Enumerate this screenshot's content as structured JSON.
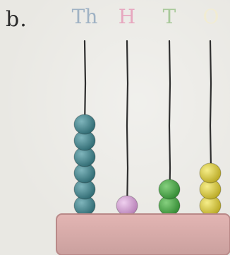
{
  "item_label": "b.",
  "columns": [
    {
      "key": "th",
      "label": "Th",
      "label_color": "#9fb2c4",
      "beads": 6,
      "bead_color": "#3f7f88"
    },
    {
      "key": "h",
      "label": "H",
      "label_color": "#e7a7bf",
      "beads": 1,
      "bead_color": "#cf9ccf"
    },
    {
      "key": "t",
      "label": "T",
      "label_color": "#a8c99a",
      "beads": 2,
      "bead_color": "#4ea24a"
    },
    {
      "key": "o",
      "label": "O",
      "label_color": "#f1ecd3",
      "beads": 3,
      "bead_color": "#d8c83a"
    }
  ],
  "rod_color": "#2e2e2e",
  "base_color": "#d9a5a4",
  "base_edge_color": "#b98988"
}
